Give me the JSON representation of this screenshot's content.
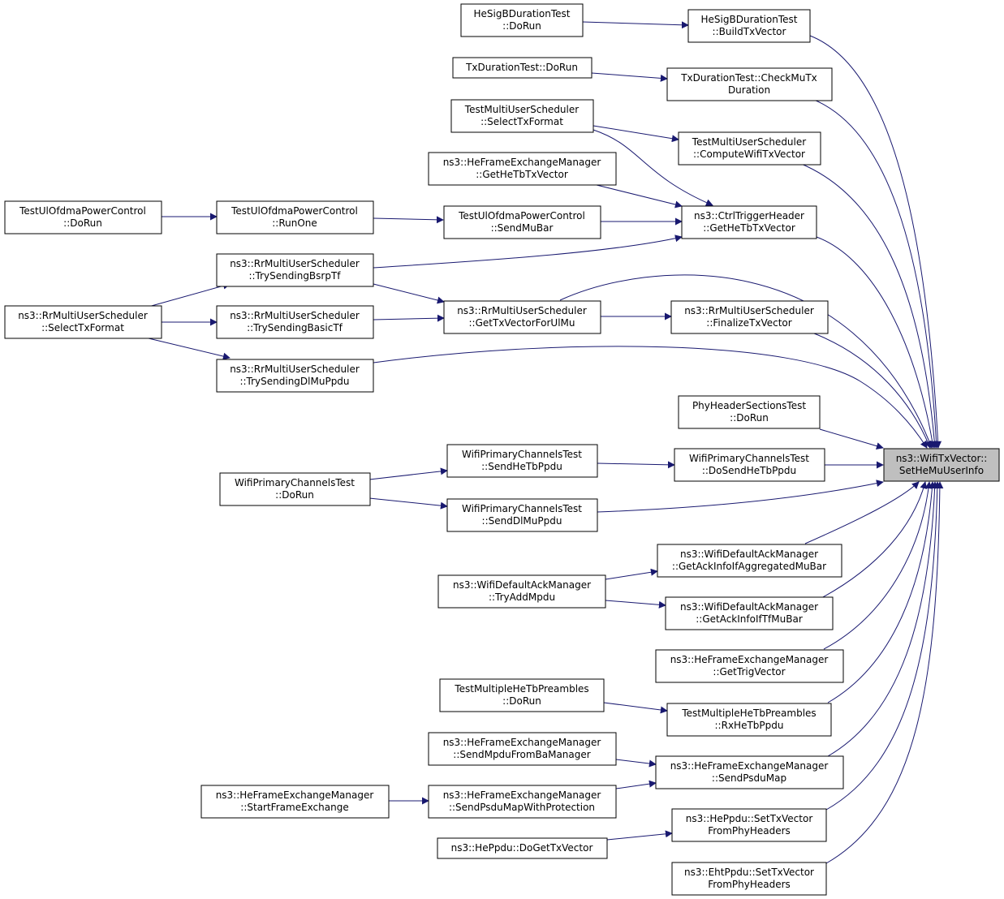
{
  "graph": {
    "edge_color": "#191970",
    "root_fill": "#bfbfbf",
    "nodes": [
      {
        "id": "n0",
        "lines": [
          "ns3::WifiTxVector::",
          "SetHeMuUserInfo"
        ],
        "root": true
      },
      {
        "id": "n1",
        "lines": [
          "HeSigBDurationTest",
          "::BuildTxVector"
        ]
      },
      {
        "id": "n2",
        "lines": [
          "HeSigBDurationTest",
          "::DoRun"
        ]
      },
      {
        "id": "n3",
        "lines": [
          "TxDurationTest::CheckMuTx",
          "Duration"
        ]
      },
      {
        "id": "n4",
        "lines": [
          "TxDurationTest::DoRun"
        ]
      },
      {
        "id": "n5",
        "lines": [
          "TestMultiUserScheduler",
          "::ComputeWifiTxVector"
        ]
      },
      {
        "id": "n6",
        "lines": [
          "TestMultiUserScheduler",
          "::SelectTxFormat"
        ]
      },
      {
        "id": "n7",
        "lines": [
          "ns3::CtrlTriggerHeader",
          "::GetHeTbTxVector"
        ]
      },
      {
        "id": "n8",
        "lines": [
          "ns3::HeFrameExchangeManager",
          "::GetHeTbTxVector"
        ]
      },
      {
        "id": "n9",
        "lines": [
          "TestUlOfdmaPowerControl",
          "::SendMuBar"
        ]
      },
      {
        "id": "n10",
        "lines": [
          "TestUlOfdmaPowerControl",
          "::RunOne"
        ]
      },
      {
        "id": "n11",
        "lines": [
          "TestUlOfdmaPowerControl",
          "::DoRun"
        ]
      },
      {
        "id": "n12",
        "lines": [
          "ns3::RrMultiUserScheduler",
          "::TrySendingBsrpTf"
        ]
      },
      {
        "id": "n13",
        "lines": [
          "ns3::RrMultiUserScheduler",
          "::SelectTxFormat"
        ]
      },
      {
        "id": "n14",
        "lines": [
          "ns3::RrMultiUserScheduler",
          "::GetTxVectorForUlMu"
        ]
      },
      {
        "id": "n15",
        "lines": [
          "ns3::RrMultiUserScheduler",
          "::TrySendingBasicTf"
        ]
      },
      {
        "id": "n16",
        "lines": [
          "ns3::RrMultiUserScheduler",
          "::FinalizeTxVector"
        ]
      },
      {
        "id": "n17",
        "lines": [
          "ns3::RrMultiUserScheduler",
          "::TrySendingDlMuPpdu"
        ]
      },
      {
        "id": "n18",
        "lines": [
          "PhyHeaderSectionsTest",
          "::DoRun"
        ]
      },
      {
        "id": "n19",
        "lines": [
          "WifiPrimaryChannelsTest",
          "::DoSendHeTbPpdu"
        ]
      },
      {
        "id": "n20",
        "lines": [
          "WifiPrimaryChannelsTest",
          "::SendHeTbPpdu"
        ]
      },
      {
        "id": "n21",
        "lines": [
          "WifiPrimaryChannelsTest",
          "::DoRun"
        ]
      },
      {
        "id": "n22",
        "lines": [
          "WifiPrimaryChannelsTest",
          "::SendDlMuPpdu"
        ]
      },
      {
        "id": "n23",
        "lines": [
          "ns3::WifiDefaultAckManager",
          "::GetAckInfoIfAggregatedMuBar"
        ]
      },
      {
        "id": "n24",
        "lines": [
          "ns3::WifiDefaultAckManager",
          "::TryAddMpdu"
        ]
      },
      {
        "id": "n25",
        "lines": [
          "ns3::WifiDefaultAckManager",
          "::GetAckInfoIfTfMuBar"
        ]
      },
      {
        "id": "n26",
        "lines": [
          "ns3::HeFrameExchangeManager",
          "::GetTrigVector"
        ]
      },
      {
        "id": "n27",
        "lines": [
          "TestMultipleHeTbPreambles",
          "::RxHeTbPpdu"
        ]
      },
      {
        "id": "n28",
        "lines": [
          "TestMultipleHeTbPreambles",
          "::DoRun"
        ]
      },
      {
        "id": "n29",
        "lines": [
          "ns3::HeFrameExchangeManager",
          "::SendPsduMap"
        ]
      },
      {
        "id": "n30",
        "lines": [
          "ns3::HeFrameExchangeManager",
          "::SendMpduFromBaManager"
        ]
      },
      {
        "id": "n31",
        "lines": [
          "ns3::HeFrameExchangeManager",
          "::SendPsduMapWithProtection"
        ]
      },
      {
        "id": "n32",
        "lines": [
          "ns3::HeFrameExchangeManager",
          "::StartFrameExchange"
        ]
      },
      {
        "id": "n33",
        "lines": [
          "ns3::HePpdu::SetTxVector",
          "FromPhyHeaders"
        ]
      },
      {
        "id": "n34",
        "lines": [
          "ns3::HePpdu::DoGetTxVector"
        ]
      },
      {
        "id": "n35",
        "lines": [
          "ns3::EhtPpdu::SetTxVector",
          "FromPhyHeaders"
        ]
      }
    ]
  }
}
